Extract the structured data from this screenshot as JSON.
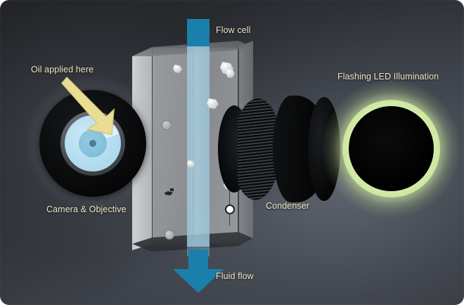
{
  "diagram": {
    "title": "Flow cell imaging system schematic",
    "background_color": "#2c2e33",
    "label_color": "#ece6c4",
    "labels": {
      "oil": "Oil applied here",
      "flow_cell": "Flow cell",
      "led": "Flashing LED Illumination",
      "camera": "Camera & Objective",
      "condenser": "Condenser",
      "fluid_flow": "Fluid flow"
    },
    "components": {
      "objective": {
        "name": "Camera & Objective",
        "body_color": "#0b0c0d",
        "ring_color": "#474b50",
        "lens_color": "#b3ddf0",
        "inner_lens_color": "#7bbcd9",
        "center_color": "#4c7e96"
      },
      "flow_cell": {
        "name": "Flow cell",
        "glass_color": "#969a9d",
        "fluid_color": "#a8cfe0",
        "base_color": "#3a3c41"
      },
      "condenser": {
        "name": "Condenser",
        "barrel_color": "#0a0b0c",
        "knurl_light": "#3a3d41"
      },
      "led": {
        "name": "Flashing LED Illumination",
        "ring_color": "#d6ecab",
        "face_color": "#000000",
        "glow_color": "#cee4a0"
      },
      "flow_arrow": {
        "name": "Fluid flow arrow",
        "color": "#1b7fab",
        "direction": "down"
      },
      "oil_arrow": {
        "name": "Oil applied here arrow",
        "color": "#e8dd92",
        "direction": "down-right"
      }
    }
  }
}
